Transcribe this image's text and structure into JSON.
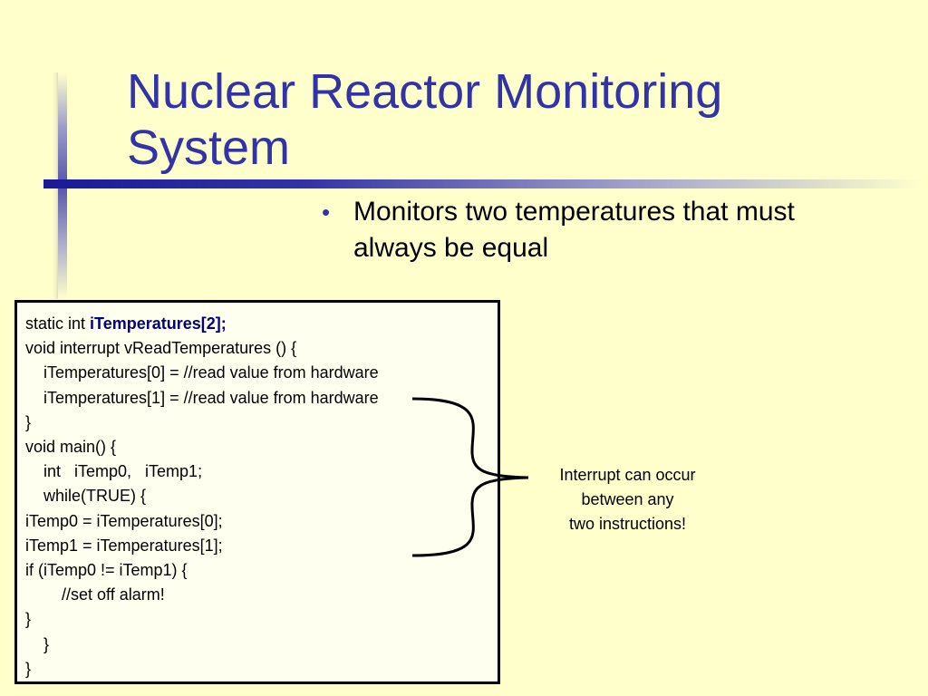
{
  "slide": {
    "title_line1": "Nuclear Reactor Monitoring",
    "title_line2": "System",
    "bullets": [
      {
        "line1": "Monitors two temperatures that must",
        "line2": "always be equal"
      }
    ],
    "bullet_char": "•",
    "colors": {
      "background": "#ffffcc",
      "accent": "#3333a8",
      "code_highlight": "#000080"
    }
  },
  "code": {
    "line1_prefix": "static int ",
    "line1_highlight": "iTemperatures[2];",
    "lines": [
      "void interrupt vReadTemperatures () {",
      "    iTemperatures[0] = //read value from hardware",
      "    iTemperatures[1] = //read value from hardware",
      "}",
      "void main() {",
      "    int   iTemp0,   iTemp1;",
      "    while(TRUE) {",
      "iTemp0 = iTemperatures[0];",
      "iTemp1 = iTemperatures[1];",
      "if (iTemp0 != iTemp1) {",
      "        //set off alarm!",
      "}",
      "    }",
      "}"
    ]
  },
  "callout": {
    "line1": "Interrupt can occur",
    "line2": "between any",
    "line3": "two instructions!"
  }
}
